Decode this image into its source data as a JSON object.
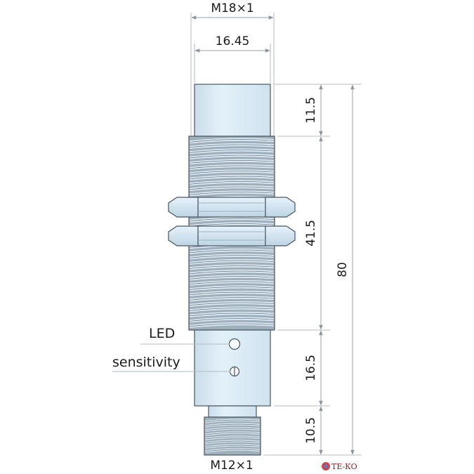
{
  "diagram": {
    "top_thread_label": "M18×1",
    "body_width_label": "16.45",
    "bottom_thread_label": "M12×1",
    "dim_face_length": "11.5",
    "dim_thread_length": "41.5",
    "dim_housing_length": "16.5",
    "dim_connector_length": "10.5",
    "dim_total_length": "80",
    "callout_led": "LED",
    "callout_sensitivity": "sensitivity",
    "logo_text": "ТЕ-КО",
    "colors": {
      "body_fill": "#dcecf7",
      "thread_dark": "#5f6e7a",
      "outline": "#4a5560",
      "dimension_line": "#9aa3aa"
    }
  }
}
